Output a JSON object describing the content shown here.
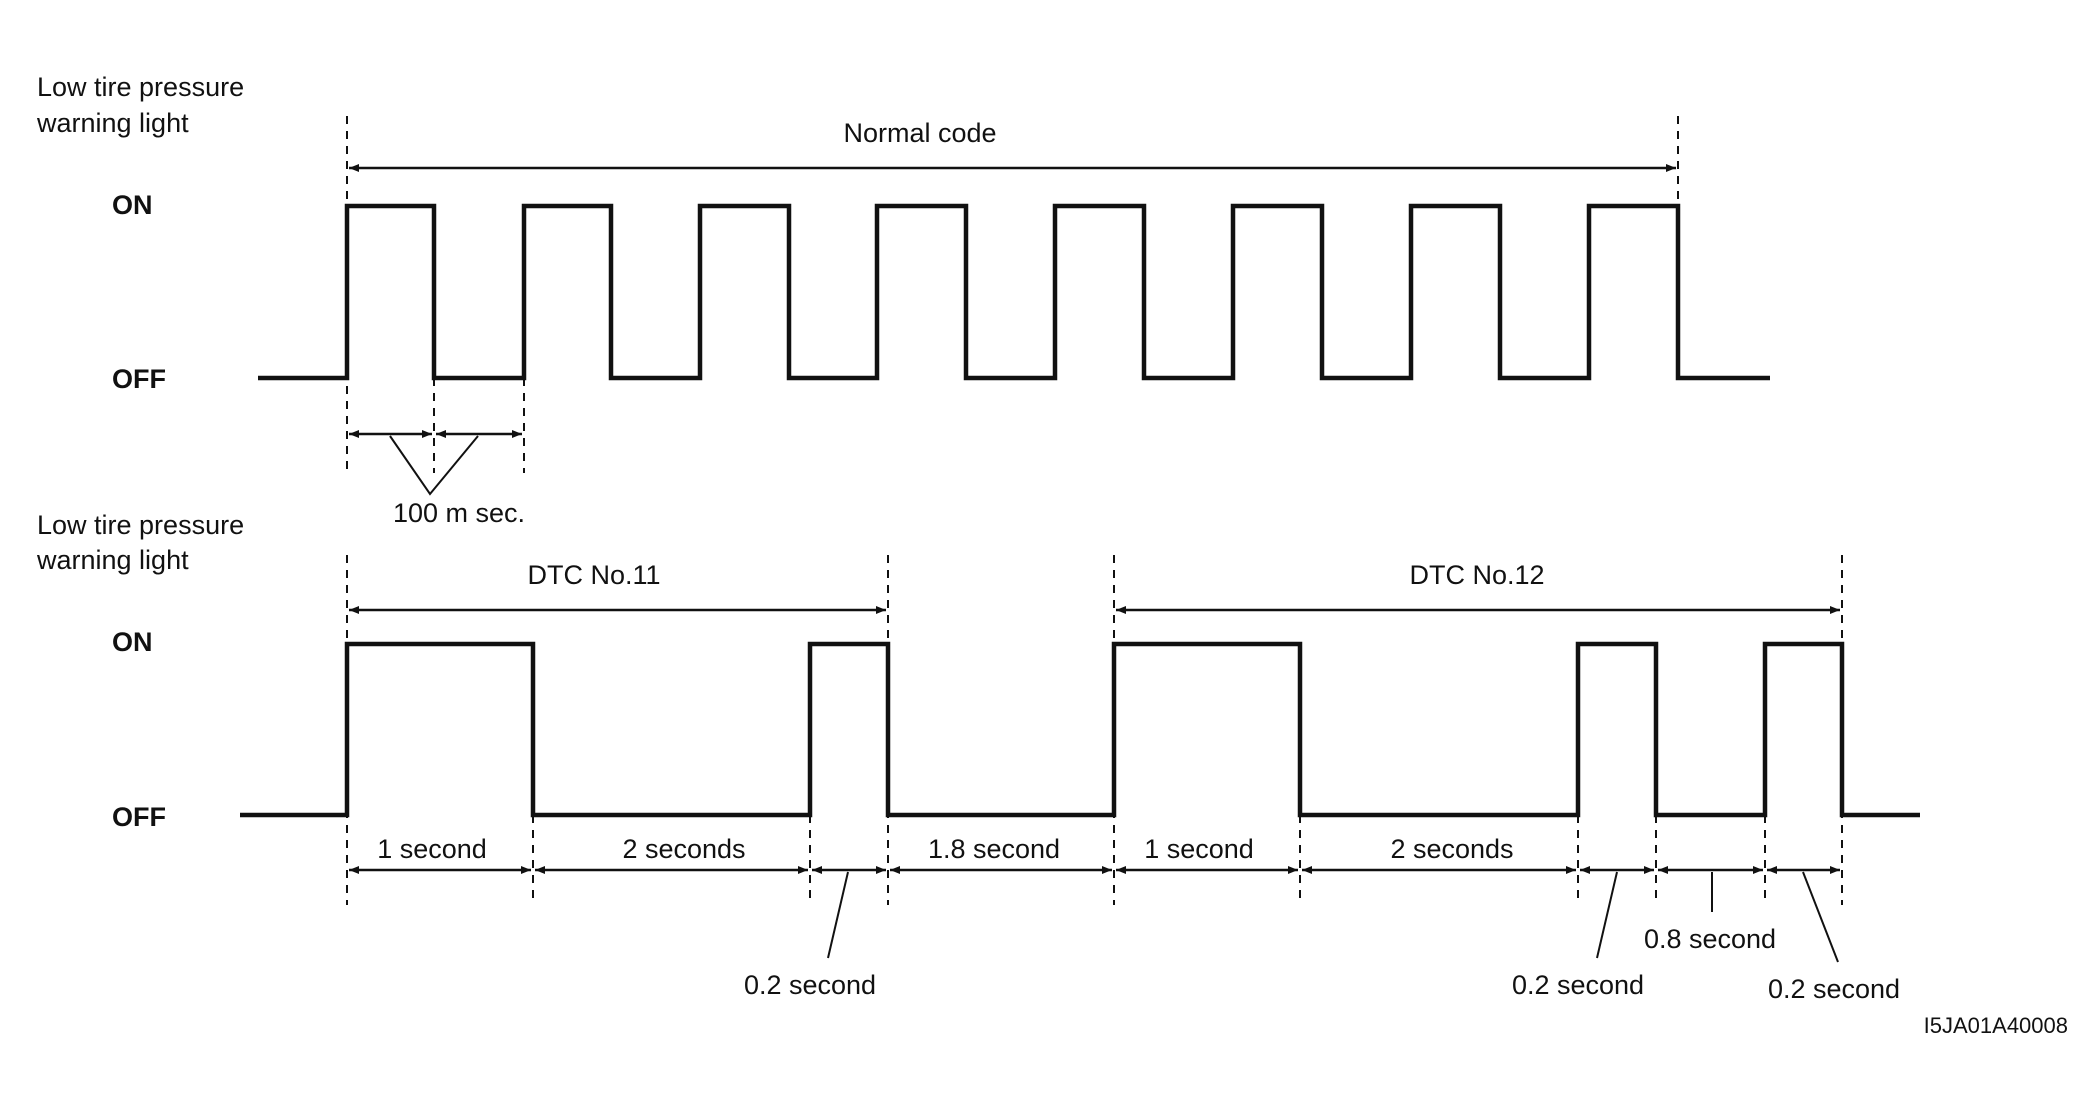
{
  "top_diagram": {
    "side_label_line1": "Low tire pressure",
    "side_label_line2": "warning light",
    "on_label": "ON",
    "off_label": "OFF",
    "span_label": "Normal code",
    "pulse_label": "100 m sec."
  },
  "bottom_diagram": {
    "side_label_line1": "Low tire pressure",
    "side_label_line2": "warning light",
    "on_label": "ON",
    "off_label": "OFF",
    "dtc11_label": "DTC No.11",
    "dtc12_label": "DTC No.12",
    "durations": {
      "d11_long_on": "1 second",
      "d11_gap": "2 seconds",
      "d11_short_on": "0.2 second",
      "between_codes": "1.8 second",
      "d12_long_on": "1 second",
      "d12_gap": "2 seconds",
      "d12_short_on_1": "0.2 second",
      "d12_short_gap": "0.8 second",
      "d12_short_on_2": "0.2 second"
    }
  },
  "figure_code": "I5JA01A40008"
}
